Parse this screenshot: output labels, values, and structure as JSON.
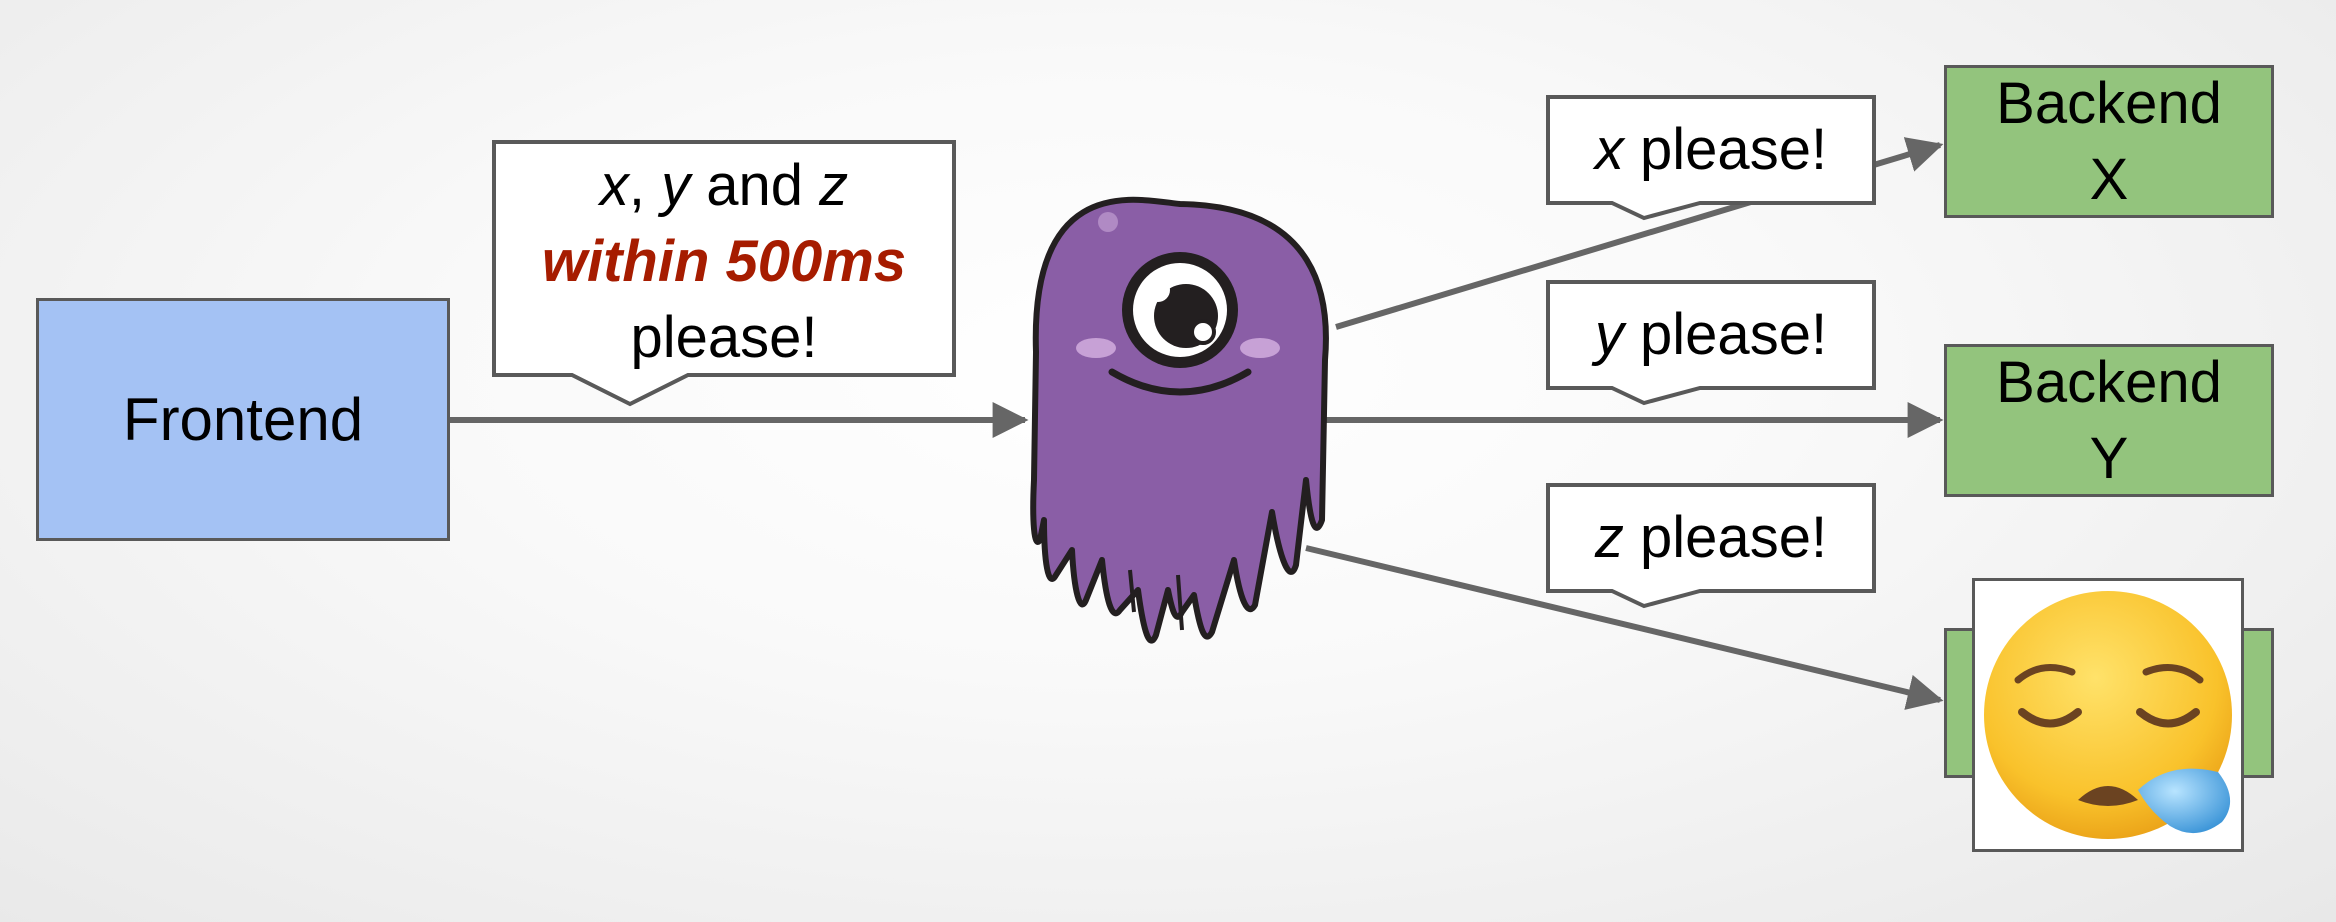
{
  "frontend": {
    "label": "Frontend"
  },
  "request_callout": {
    "var_x": "x",
    "sep1": ", ",
    "var_y": "y",
    "and_text": " and ",
    "var_z": "z",
    "deadline": "within 500ms",
    "please": "please!"
  },
  "fanout": [
    {
      "var": "x",
      "please": " please!"
    },
    {
      "var": "y",
      "please": " please!"
    },
    {
      "var": "z",
      "please": " please!"
    }
  ],
  "backends": [
    {
      "line1": "Backend",
      "line2": "X"
    },
    {
      "line1": "Backend",
      "line2": "Y"
    }
  ],
  "colors": {
    "frontend_fill": "#a4c2f4",
    "backend_fill": "#93c47d",
    "deadline_text": "#a61c00",
    "mascot_purple": "#8a5ea6",
    "arrow": "#666666"
  },
  "icons": {
    "mascot": "purple-one-eyed-monster-icon",
    "slow_backend": "sleepy-face-emoji-icon"
  }
}
